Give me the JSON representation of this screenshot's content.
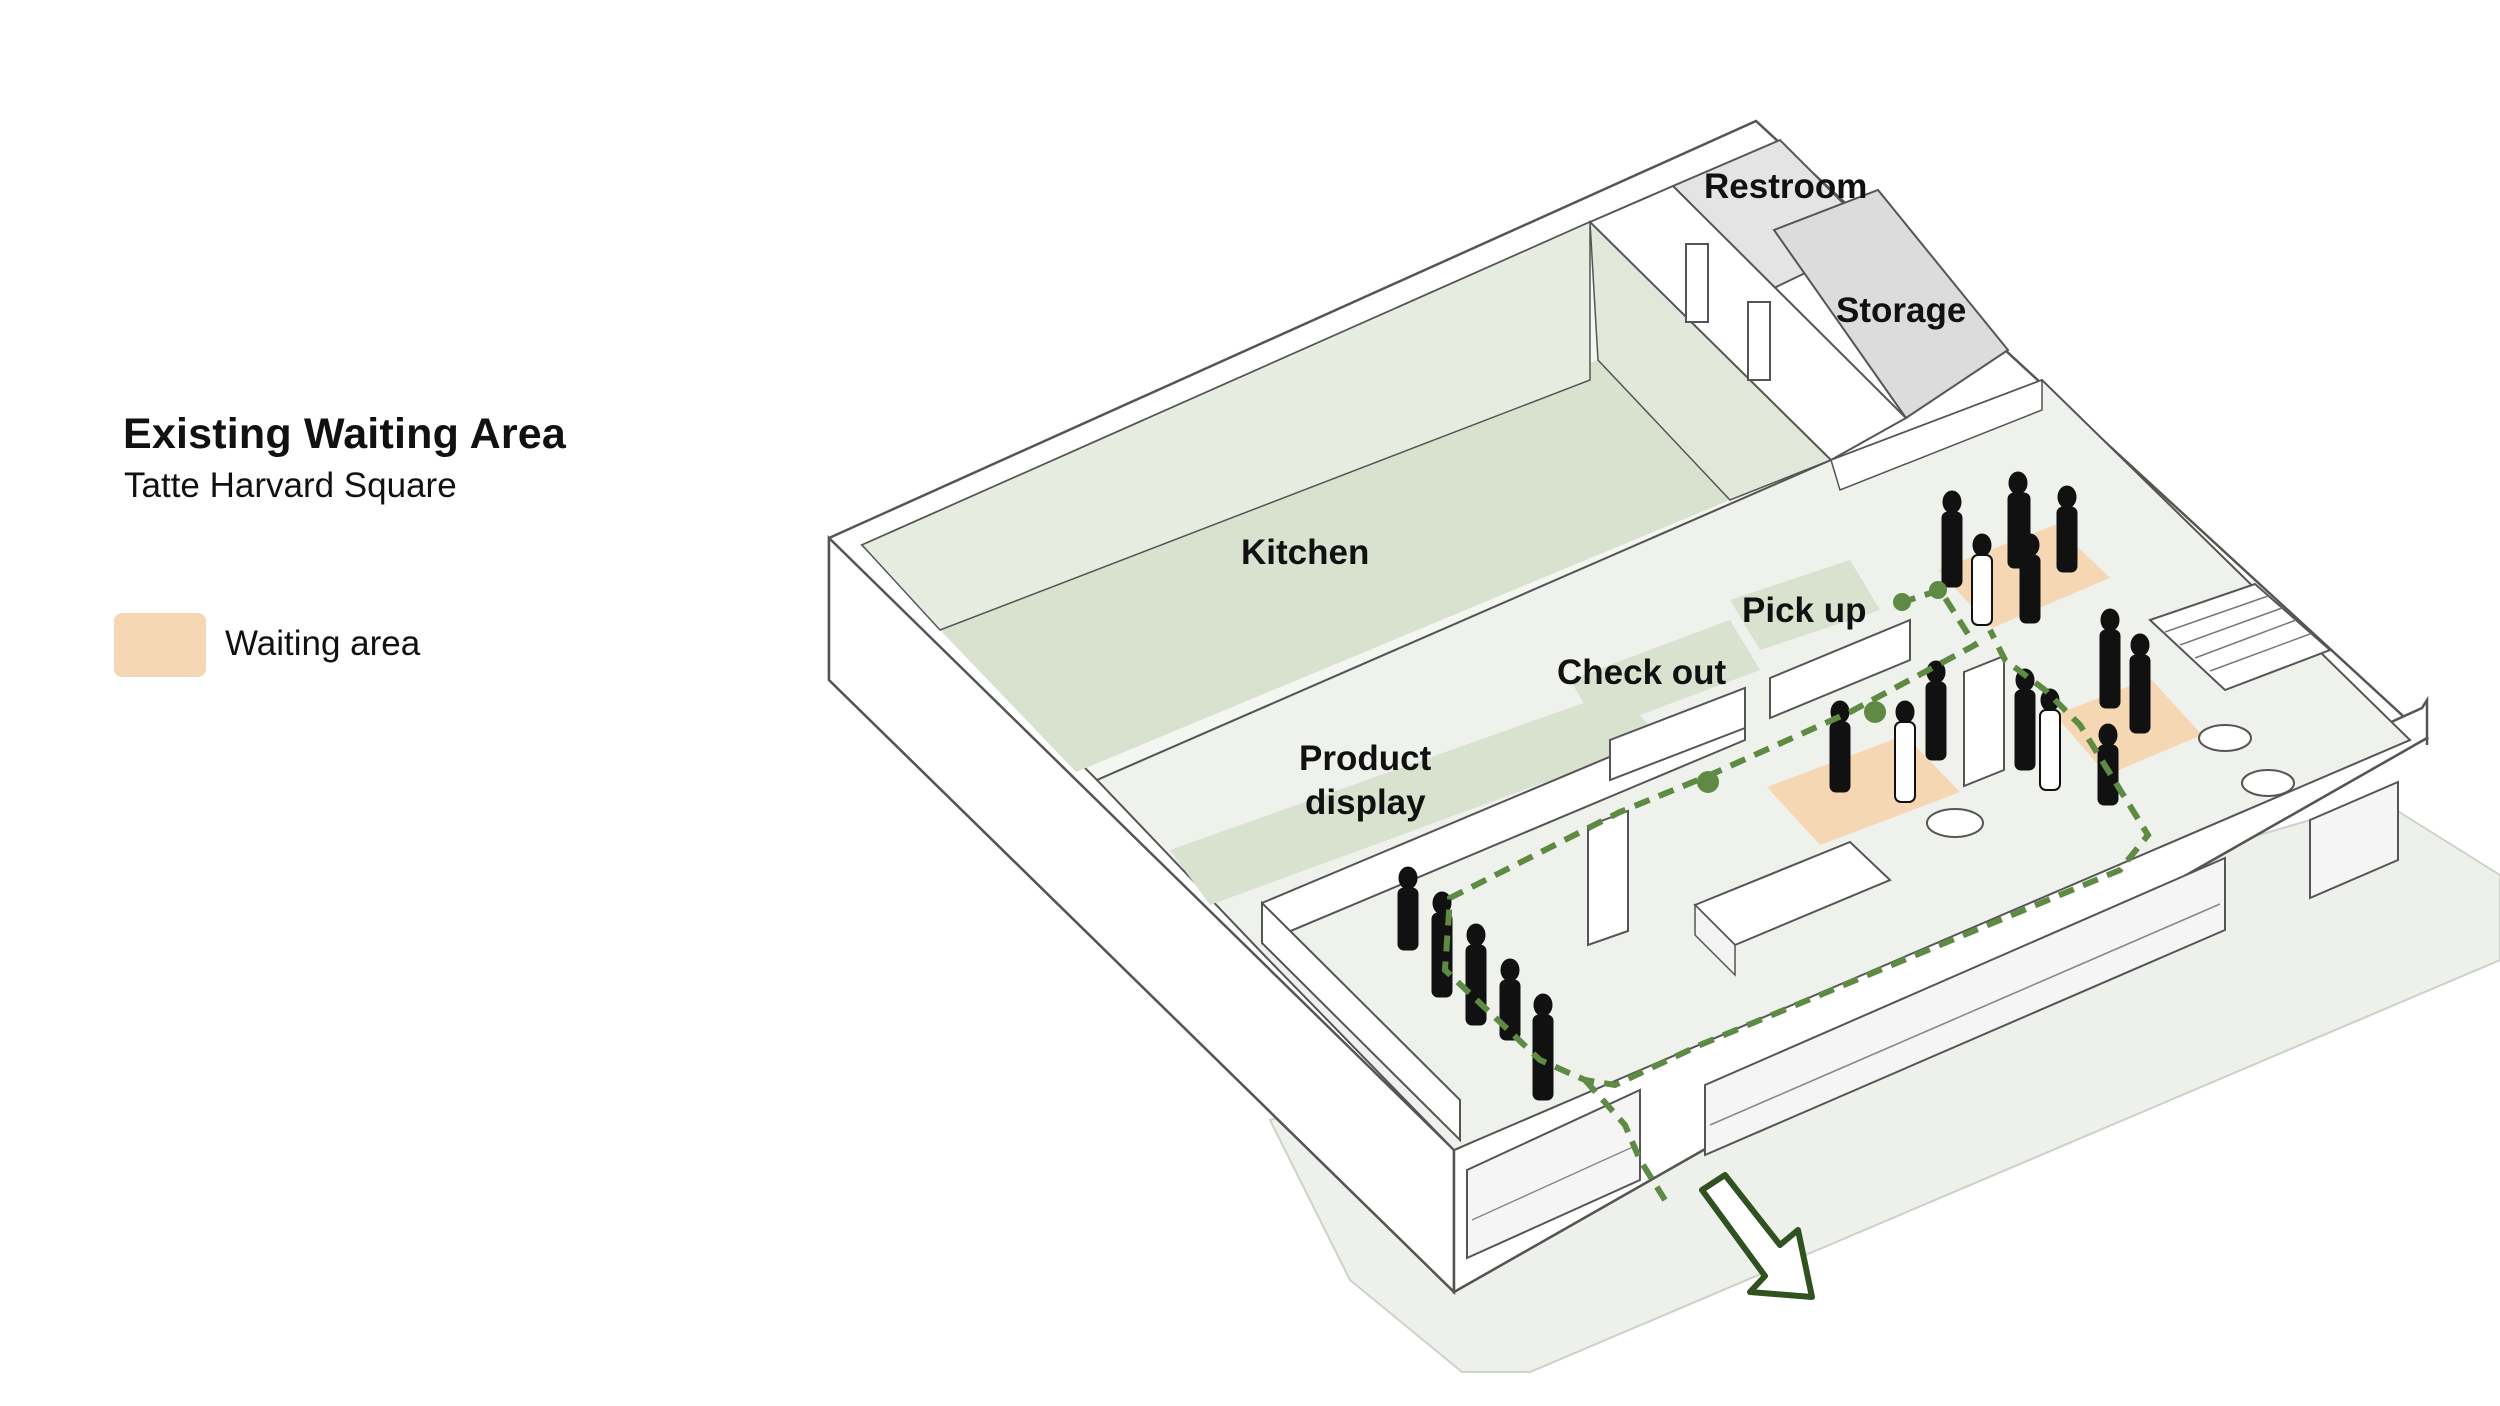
{
  "header": {
    "title": "Existing Waiting Area",
    "subtitle": "Tatte Harvard Square"
  },
  "legend": {
    "items": [
      {
        "label": "Waiting area",
        "color": "#f6d7b4"
      }
    ]
  },
  "plan": {
    "labels": {
      "restroom": "Restroom",
      "storage": "Storage",
      "kitchen": "Kitchen",
      "pickup": "Pick up",
      "checkout": "Check out",
      "product_line1": "Product",
      "product_line2": "display"
    },
    "colors": {
      "zone_green": "#d8e2cf",
      "waiting": "#f6d7b4",
      "path": "#5e8a44",
      "wall": "#ffffff",
      "floor": "#eff1ec",
      "service": "#dcdcdc",
      "exit_arrow": "#2f5220"
    }
  }
}
